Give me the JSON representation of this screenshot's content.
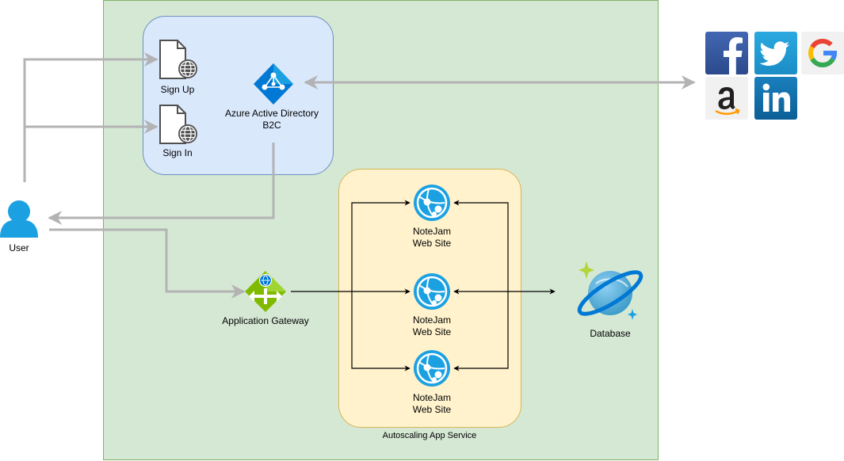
{
  "colors": {
    "outer_fill": "#d5e8d4",
    "outer_stroke": "#82b366",
    "b2c_fill": "#dae8fc",
    "b2c_stroke": "#6c8ebf",
    "app_service_fill": "#fff2cc",
    "app_service_stroke": "#d6b656",
    "connector_gray": "#b3b3b3",
    "connector_black": "#000000",
    "azure_blue": "#1ba1e2",
    "azure_blue_dark": "#0078d4",
    "gateway_green": "#7fba00",
    "cosmos_blue": "#3999c6",
    "sparkle_green": "#b4d53a"
  },
  "labels": {
    "user": "User",
    "sign_up": "Sign Up",
    "sign_in": "Sign In",
    "aad_b2c_line1": "Azure Active Directory",
    "aad_b2c_line2": "B2C",
    "gateway": "Application Gateway",
    "app_service": "Autoscaling App Service",
    "database": "Database",
    "web_sites": [
      {
        "line1": "NoteJam",
        "line2": "Web Site"
      },
      {
        "line1": "NoteJam",
        "line2": "Web Site"
      },
      {
        "line1": "NoteJam",
        "line2": "Web Site"
      }
    ]
  },
  "icons": {
    "user": "user-icon",
    "sign_up": "web-document-icon",
    "sign_in": "web-document-icon",
    "aad_b2c": "azure-ad-b2c-icon",
    "gateway": "application-gateway-icon",
    "web_site": "app-service-web-icon",
    "database": "cosmos-db-icon",
    "social": [
      "facebook-icon",
      "twitter-icon",
      "google-icon",
      "amazon-icon",
      "linkedin-icon"
    ]
  }
}
